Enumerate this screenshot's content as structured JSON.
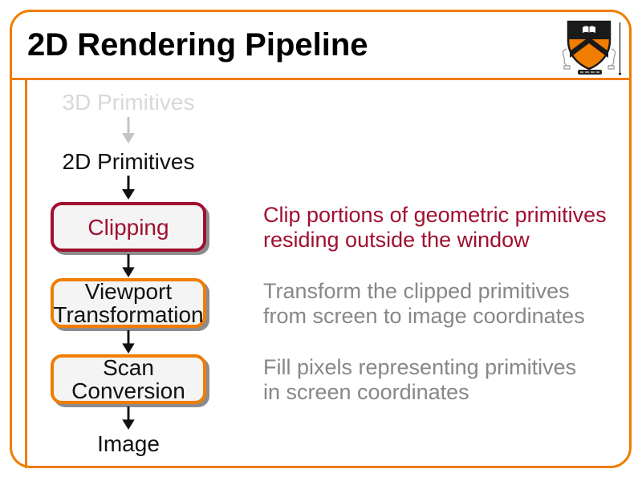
{
  "header": {
    "title": "2D Rendering Pipeline",
    "logo_name": "princeton-shield-logo"
  },
  "flow": {
    "stage_3d": "3D Primitives",
    "stage_2d": "2D Primitives",
    "clipping": "Clipping",
    "viewport_line1": "Viewport",
    "viewport_line2": "Transformation",
    "scan_line1": "Scan",
    "scan_line2": "Conversion",
    "image": "Image"
  },
  "annotations": {
    "clipping_line1": "Clip portions of geometric primitives",
    "clipping_line2": "residing outside the window",
    "viewport_line1": "Transform the clipped primitives",
    "viewport_line2": "from screen to image coordinates",
    "scan_line1": "Fill pixels representing primitives",
    "scan_line2": "in screen coordinates"
  },
  "icons": {
    "down_arrow": "↓"
  },
  "colors": {
    "frame_orange": "#F07D00",
    "highlight_dark_red": "#A01030",
    "annotation_gray": "#878787",
    "muted_stage_gray": "#D8D8D8",
    "muted_arrow_gray": "#C4C4C4",
    "box_fill": "#F4F4F4",
    "box_shadow_gray": "#8C8C8C",
    "text_black": "#111111",
    "shield_orange": "#F07D00",
    "shield_black": "#1A1A1A"
  }
}
